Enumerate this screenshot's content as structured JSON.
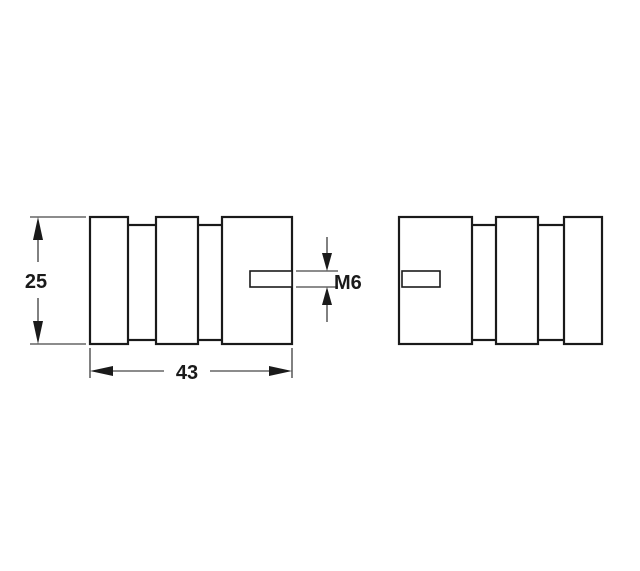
{
  "dimensions": {
    "height": "25",
    "length": "43",
    "thread": "M6"
  }
}
